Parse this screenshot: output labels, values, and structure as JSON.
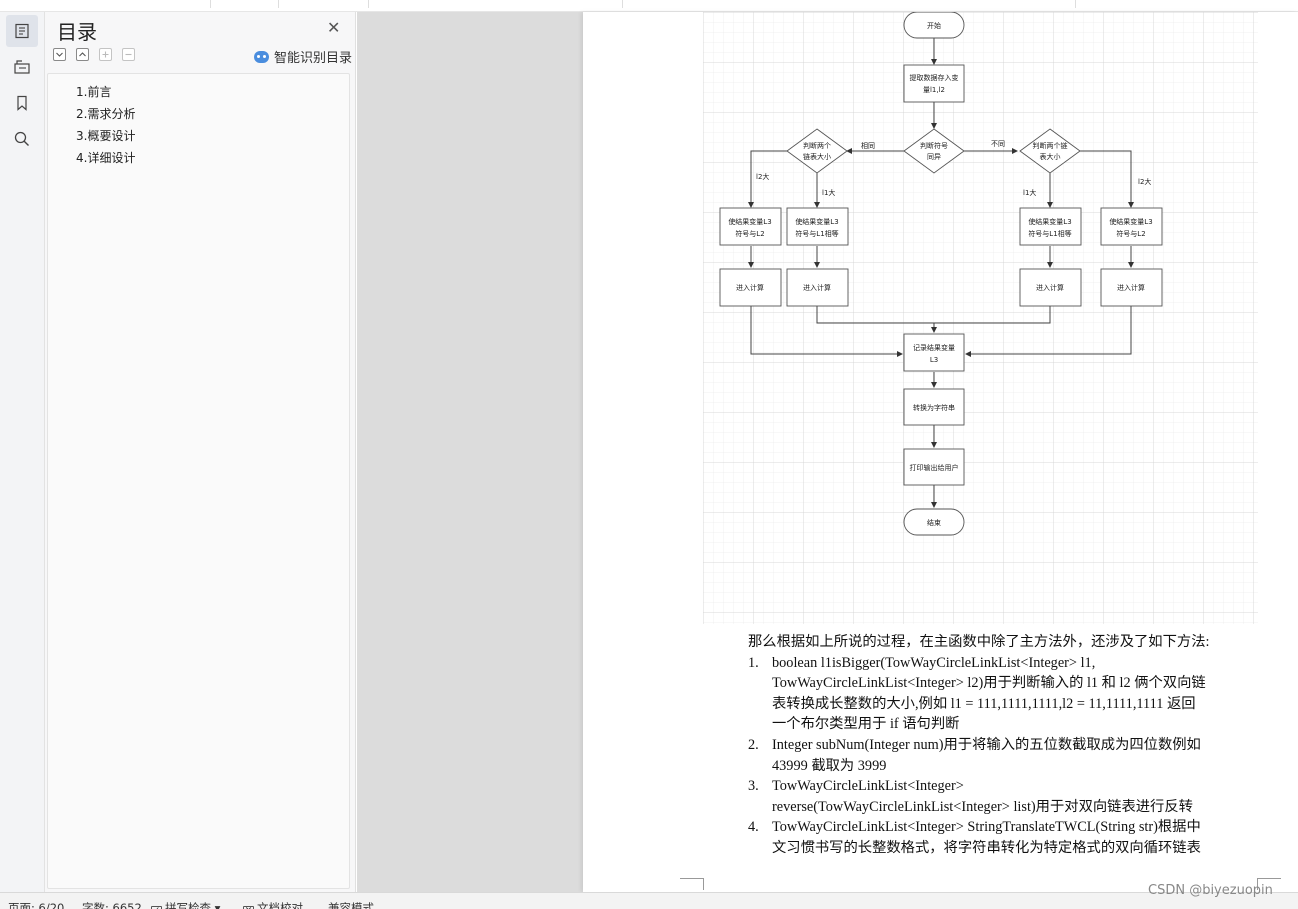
{
  "sidebar": {
    "title": "目录",
    "smart_toc_label": "智能识别目录",
    "items": [
      {
        "label": "1.前言"
      },
      {
        "label": "2.需求分析"
      },
      {
        "label": "3.概要设计"
      },
      {
        "label": "4.详细设计"
      }
    ]
  },
  "flowchart": {
    "nodes": {
      "start": "开始",
      "read_1": "提取数据存入变",
      "read_2": "量l1,l2",
      "sign_1": "判断符号",
      "sign_2": "同异",
      "cmp_left_1": "判断两个",
      "cmp_left_2": "链表大小",
      "cmp_right_1": "判断两个链",
      "cmp_right_2": "表大小",
      "set_a_1": "使结果变量L3",
      "set_a_2": "符号与L2",
      "set_b_1": "使结果变量L3",
      "set_b_2": "符号与L1相等",
      "set_c_1": "使结果变量L3",
      "set_c_2": "符号与L1相等",
      "set_d_1": "使结果变量L3",
      "set_d_2": "符号与L2",
      "calc": "进入计算",
      "record_1": "记录结果变量",
      "record_2": "L3",
      "convert": "转换为字符串",
      "print": "打印输出给用户",
      "end": "结束"
    },
    "edges": {
      "same": "相同",
      "diff": "不同",
      "l2_big": "l2大",
      "l1_big": "l1大"
    }
  },
  "document": {
    "intro": "那么根据如上所说的过程，在主函数中除了主方法外，还涉及了如下方法:",
    "list": [
      {
        "num": "1.",
        "lines": [
          "boolean l1isBigger(TowWayCircleLinkList<Integer> l1,",
          "TowWayCircleLinkList<Integer> l2)用于判断输入的 l1 和 l2 俩个双向链",
          "表转换成长整数的大小,例如 l1 = 111,1111,1111,l2 = 11,1111,1111 返回",
          "一个布尔类型用于 if 语句判断"
        ]
      },
      {
        "num": "2.",
        "lines": [
          "Integer subNum(Integer num)用于将输入的五位数截取成为四位数例如",
          "43999 截取为 3999"
        ]
      },
      {
        "num": "3.",
        "lines": [
          "TowWayCircleLinkList<Integer>",
          "reverse(TowWayCircleLinkList<Integer> list)用于对双向链表进行反转"
        ]
      },
      {
        "num": "4.",
        "lines": [
          "TowWayCircleLinkList<Integer> StringTranslateTWCL(String str)根据中",
          "文习惯书写的长整数格式，将字符串转化为特定格式的双向循环链表"
        ]
      }
    ]
  },
  "status": {
    "page": "页面: 6/20",
    "words": "字数: 6652",
    "spell": "拼写检查",
    "proof": "文档校对",
    "compat": "兼容模式"
  },
  "watermark": "CSDN @biyezuopin"
}
